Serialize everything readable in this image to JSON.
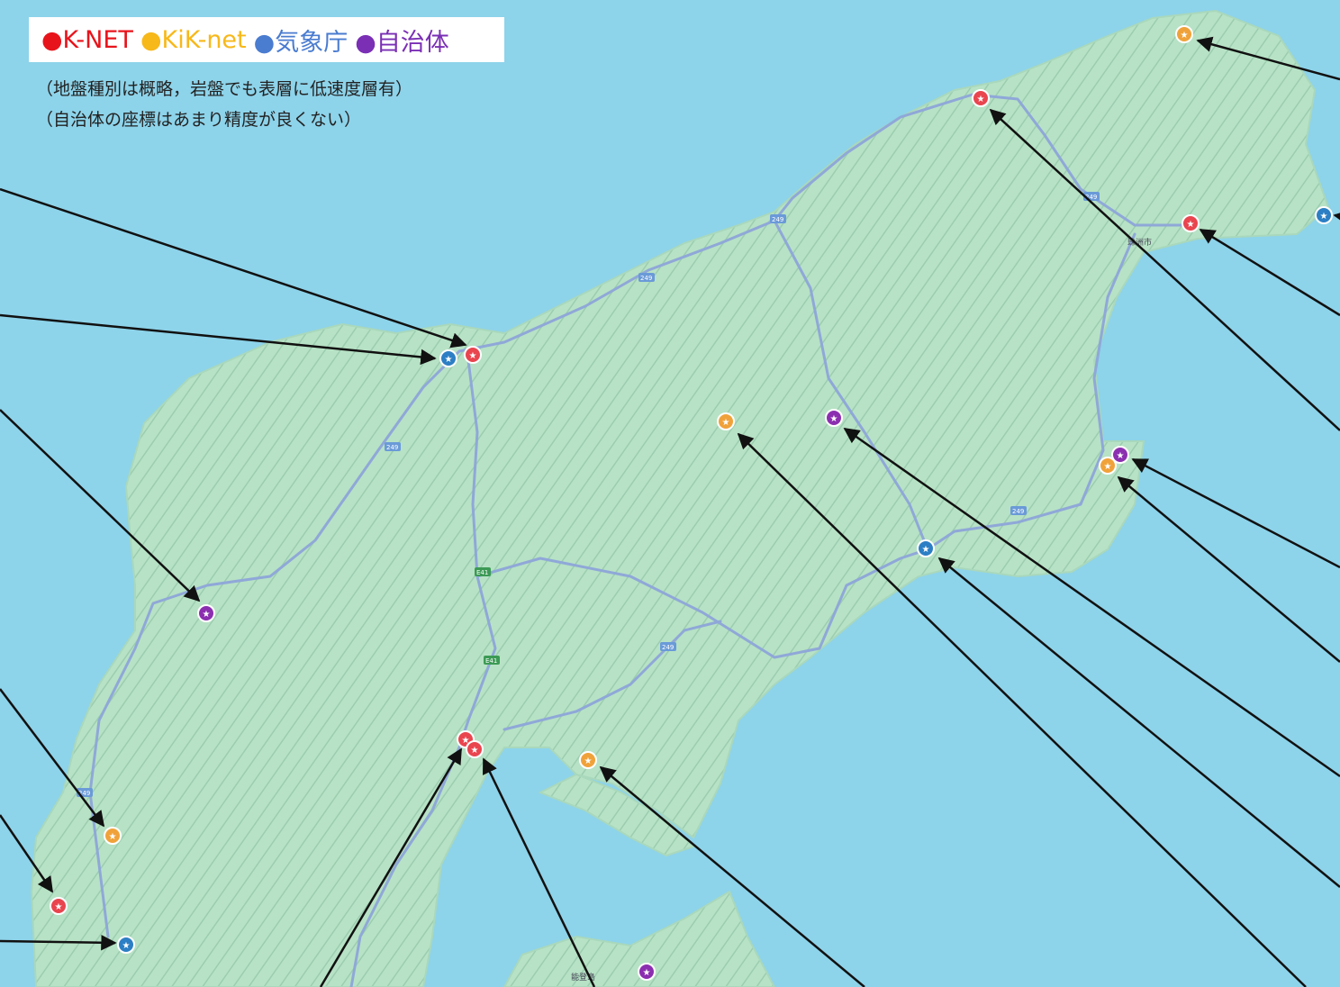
{
  "legend": {
    "items": [
      {
        "label": "●K-NET",
        "color": "#e8141c"
      },
      {
        "label": "●KiK-net",
        "color": "#f7b81a"
      },
      {
        "label": "●気象庁",
        "color": "#4a7cd0"
      },
      {
        "label": "●自治体",
        "color": "#7a2fb5"
      }
    ]
  },
  "notes": {
    "line1": "（地盤種別は概略，岩盤でも表層に低速度層有）",
    "line2": "（自治体の座標はあまり精度が良くない）"
  },
  "map_labels": {
    "city_east": "珠洲市",
    "island": "能登島",
    "routes": [
      "249",
      "249",
      "249",
      "249",
      "249",
      "249",
      "E41",
      "E41",
      "249"
    ]
  },
  "colors": {
    "knet": "#e9454f",
    "kiknet": "#f0a23a",
    "jma": "#2c7fc4",
    "municipal": "#8b2fb0",
    "sea": "#8dd3ea",
    "land": "#b9e3c8"
  }
}
